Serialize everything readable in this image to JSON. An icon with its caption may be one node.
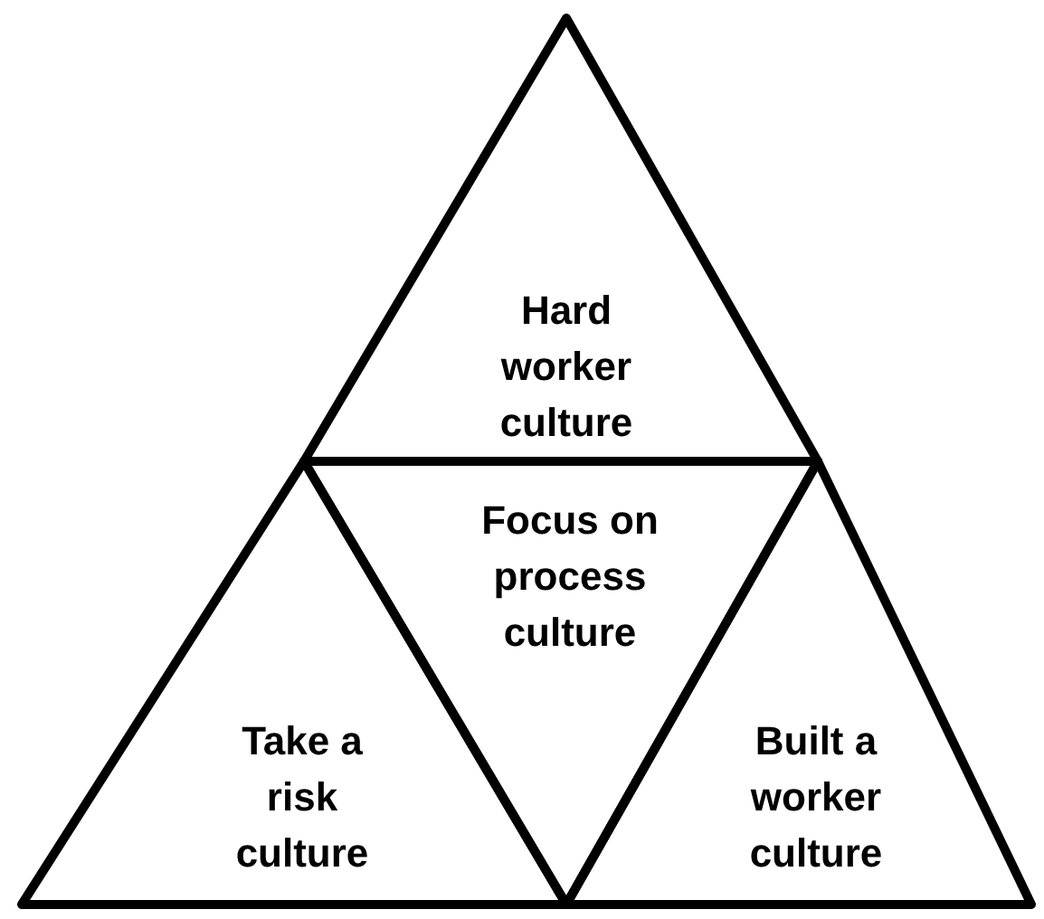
{
  "diagram": {
    "nodes": [
      {
        "text": [
          "Hard worker culture"
        ]
      },
      {
        "text": [
          "Focus on process culture"
        ]
      },
      {
        "text": [
          "Take a risk culture"
        ]
      },
      {
        "text": [
          "Built a worker culture"
        ]
      }
    ]
  }
}
